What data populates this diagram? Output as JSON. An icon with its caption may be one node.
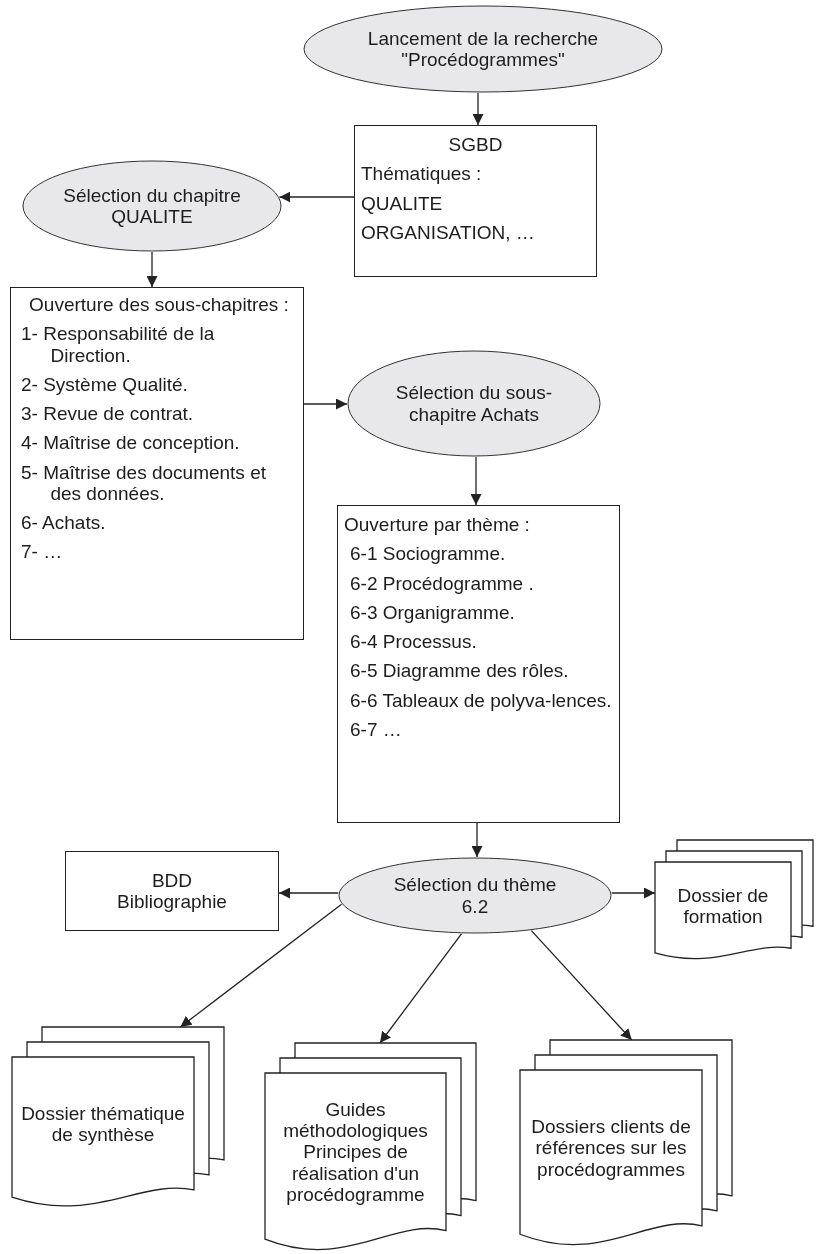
{
  "diagram": {
    "nodes": [
      {
        "text": [
          "Lancement de la recherche \"Procédogrammes\""
        ]
      },
      {
        "text": [
          "SGBD",
          "Thématiques :",
          "QUALITE",
          "ORGANISATION, …"
        ]
      },
      {
        "text": [
          "Sélection du chapitre QUALITE"
        ]
      },
      {
        "text": [
          "Ouverture des sous-chapitres :",
          "1- Responsabilité de la Direction.",
          "2- Système Qualité.",
          "3- Revue de contrat.",
          "4- Maîtrise de conception.",
          "5- Maîtrise des documents et des données.",
          "6- Achats.",
          "7- …"
        ]
      },
      {
        "text": [
          "Sélection du sous-chapitre Achats"
        ]
      },
      {
        "text": [
          "Ouverture par thème :",
          "6-1 Sociogramme.",
          "6-2 Procédogramme .",
          "6-3 Organigramme.",
          "6-4 Processus.",
          "6-5 Diagramme des rôles.",
          "6-6 Tableaux de polyva-lences.",
          "6-7 …"
        ]
      },
      {
        "text": [
          "BDD Bibliographie"
        ]
      },
      {
        "text": [
          "Sélection du thème 6.2"
        ]
      },
      {
        "text": [
          "Dossier de formation"
        ]
      },
      {
        "text": [
          "Dossier thématique de synthèse"
        ]
      },
      {
        "text": [
          "Guides méthodologiques",
          "Principes de réalisation d'un procédogramme"
        ]
      },
      {
        "text": [
          "Dossiers clients de références sur les procédogrammes"
        ]
      }
    ],
    "edges": [
      {
        "from": 0,
        "to": 1,
        "arrow": "to"
      },
      {
        "from": 1,
        "to": 2,
        "arrow": "to"
      },
      {
        "from": 2,
        "to": 3,
        "arrow": "to"
      },
      {
        "from": 3,
        "to": 4,
        "arrow": "to"
      },
      {
        "from": 4,
        "to": 5,
        "arrow": "to"
      },
      {
        "from": 5,
        "to": 7,
        "arrow": "to"
      },
      {
        "from": 7,
        "to": 6,
        "arrow": "to"
      },
      {
        "from": 7,
        "to": 8,
        "arrow": "to"
      },
      {
        "from": 7,
        "to": 9,
        "arrow": "to"
      },
      {
        "from": 7,
        "to": 10,
        "arrow": "to"
      },
      {
        "from": 7,
        "to": 11,
        "arrow": "to"
      }
    ]
  }
}
